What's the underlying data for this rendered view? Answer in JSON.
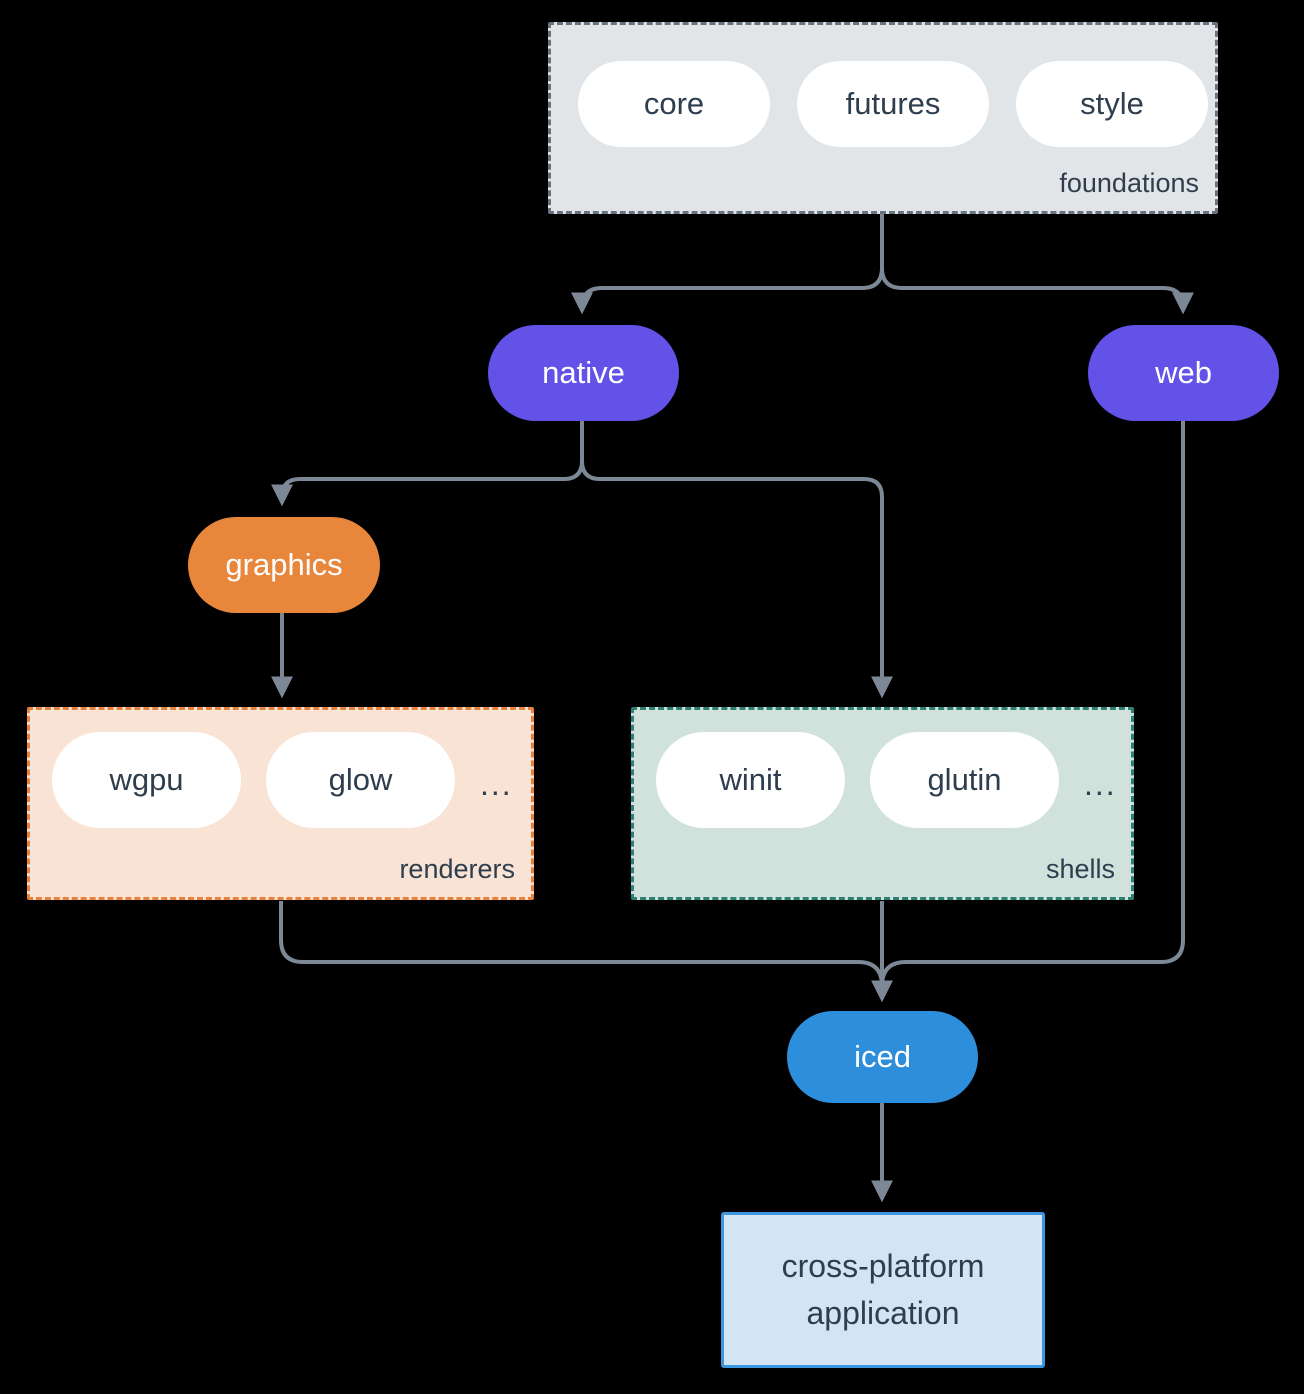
{
  "groups": {
    "foundations": {
      "label": "foundations",
      "pills": [
        "core",
        "futures",
        "style"
      ]
    },
    "renderers": {
      "label": "renderers",
      "pills": [
        "wgpu",
        "glow"
      ],
      "ellipsis": "..."
    },
    "shells": {
      "label": "shells",
      "pills": [
        "winit",
        "glutin"
      ],
      "ellipsis": "..."
    }
  },
  "nodes": {
    "native": "native",
    "web": "web",
    "graphics": "graphics",
    "iced": "iced",
    "app": {
      "line1": "cross-platform",
      "line2": "application"
    }
  },
  "colors": {
    "background": "#000000",
    "connector": "#7c8896",
    "text_dark": "#2f3e4e",
    "accent_purple": "#6352e8",
    "accent_orange": "#e8863c",
    "accent_blue": "#2d8edc",
    "foundations_fill": "#e1e5e8",
    "foundations_border": "#68737f",
    "renderers_fill": "#f9e3d4",
    "renderers_border": "#e8823a",
    "shells_fill": "#d1e2dd",
    "shells_border": "#2a8174",
    "app_fill": "#d3e4f5",
    "app_border": "#3e96e0"
  }
}
